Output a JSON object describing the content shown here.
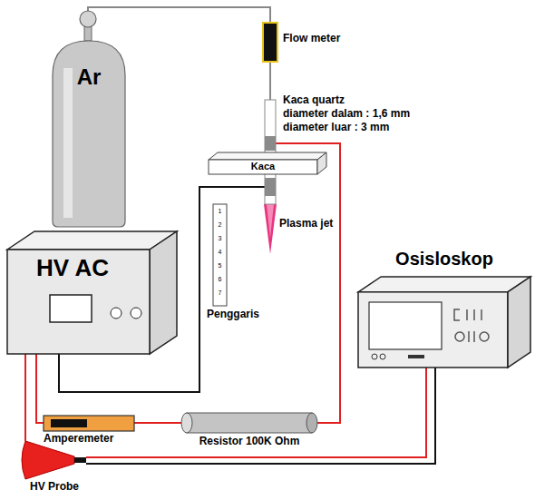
{
  "diagram": {
    "nodes": [
      {
        "text": [
          "Ar"
        ]
      },
      {
        "text": [
          "Flow meter"
        ]
      },
      {
        "text": [
          "Kaca quartz",
          "diameter dalam : 1,6 mm",
          "diameter luar : 3 mm"
        ]
      },
      {
        "text": [
          "Kaca"
        ]
      },
      {
        "text": [
          "1",
          "2",
          "3",
          "4",
          "5",
          "6",
          "7",
          "Penggaris"
        ]
      },
      {
        "text": [
          "HV AC"
        ]
      },
      {
        "text": [
          "Osisloskop"
        ]
      },
      {
        "text": [
          "Amperemeter"
        ]
      },
      {
        "text": [
          "Resistor 100K Ohm"
        ]
      },
      {
        "text": [
          "HV Probe"
        ]
      }
    ],
    "edges": [
      {
        "from": 0,
        "to": 1,
        "arrow": "none"
      },
      {
        "from": 1,
        "to": 2,
        "arrow": "none"
      },
      {
        "from": 5,
        "to": 7,
        "arrow": "none"
      },
      {
        "from": 5,
        "to": 9,
        "arrow": "none"
      },
      {
        "from": 7,
        "to": 8,
        "arrow": "none"
      },
      {
        "from": 8,
        "to": 2,
        "arrow": "none"
      },
      {
        "from": 5,
        "to": 2,
        "arrow": "none"
      },
      {
        "from": 9,
        "to": 6,
        "arrow": "none"
      },
      {
        "from": 9,
        "to": 6,
        "arrow": "none"
      }
    ],
    "labels": [
      "Plasma jet"
    ]
  }
}
